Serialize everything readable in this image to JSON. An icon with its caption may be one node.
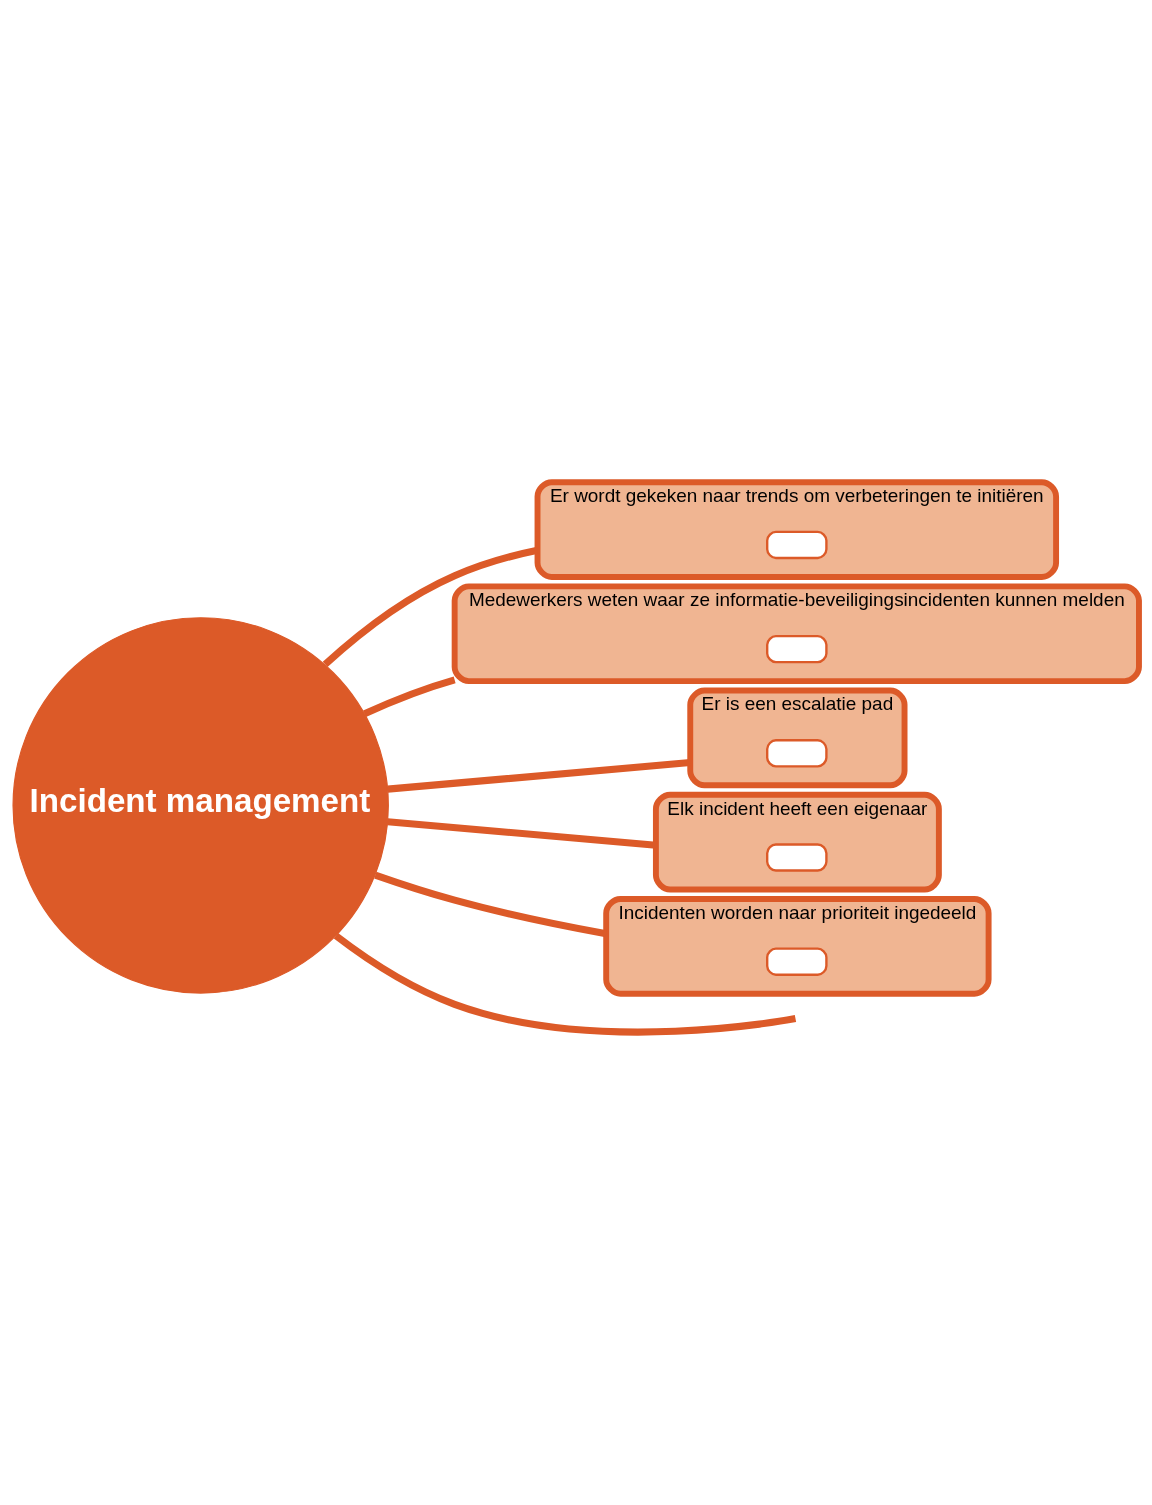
{
  "diagram": {
    "nodes": [
      {
        "text": [
          "Er wordt gekeken naar trends om verbeteringen te initiëren"
        ]
      },
      {
        "text": [],
        "shape": "box",
        "in": 0
      },
      {
        "text": [
          "Medewerkers weten waar ze informatie-beveiligingsincidenten kunnen melden"
        ]
      },
      {
        "text": [],
        "shape": "box",
        "in": 2
      },
      {
        "text": [
          "Er is een escalatie pad"
        ]
      },
      {
        "text": [],
        "shape": "box",
        "in": 4
      },
      {
        "text": [
          "Incident management"
        ]
      },
      {
        "text": [
          "Elk incident heeft een eigenaar"
        ]
      },
      {
        "text": [],
        "shape": "box",
        "in": 7
      },
      {
        "text": [
          "Incidenten worden naar prioriteit ingedeeld"
        ]
      },
      {
        "text": [],
        "shape": "box",
        "in": 9
      }
    ],
    "edges": [
      {
        "from": 6,
        "to": 0,
        "arrow": "none"
      },
      {
        "from": 6,
        "to": 2,
        "arrow": "none"
      },
      {
        "from": 6,
        "to": 4,
        "arrow": "none"
      },
      {
        "from": 6,
        "to": 7,
        "arrow": "none"
      },
      {
        "from": 6,
        "to": 9,
        "arrow": "none"
      },
      {
        "from": 6,
        "to": null,
        "arrow": "none"
      }
    ]
  }
}
